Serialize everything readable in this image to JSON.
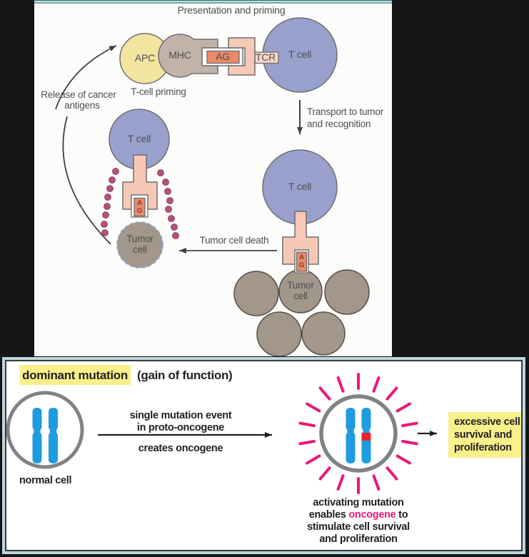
{
  "top_panel": {
    "title": "Presentation and priming",
    "labels": {
      "apc": "APC",
      "mhc": "MHC",
      "ag": "AG",
      "tcr": "TCR",
      "t_cell": "T cell",
      "t_cell_priming": "T-cell priming",
      "release_line1": "Release of cancer",
      "release_line2": "antigens",
      "transport_line1": "Transport to tumor",
      "transport_line2": "and recognition",
      "tumor_line1": "Tumor",
      "tumor_line2": "cell",
      "tumor_cell_death": "Tumor cell death",
      "ag_a": "A",
      "ag_g": "G"
    },
    "colors": {
      "apc_yellow": "#f2e5a0",
      "mhc_gray": "#c1b3a9",
      "antigen_salmon": "#ea8a68",
      "receptor_pink": "#f6c9b6",
      "tcr_pink": "#f8d7c6",
      "t_cell_blue": "#98a0cb",
      "tumor_brown": "#a3968a",
      "granule_magenta": "#b5517c",
      "teal_bar": "#2f6f6f"
    }
  },
  "bottom_panel": {
    "title_highlight": "dominant mutation",
    "title_rest": "(gain of function)",
    "normal_cell_label": "normal cell",
    "arrow_text_line1": "single mutation event",
    "arrow_text_line2": "in proto-oncogene",
    "arrow_text_line3": "creates oncogene",
    "result_line1": "excessive cell",
    "result_line2": "survival and",
    "result_line3": "proliferation",
    "caption_line1": "activating mutation",
    "caption_line2_pre": "enables ",
    "caption_line2_highlight": "oncogene",
    "caption_line2_post": " to",
    "caption_line3": "stimulate cell survival",
    "caption_line4": "and proliferation",
    "colors": {
      "highlight_yellow": "#f8f18b",
      "oncogene_pink": "#ec1879",
      "chromosome_blue": "#1e9cdf",
      "mutation_red": "#e62629",
      "cell_outline_gray": "#808285",
      "border_teal": "#b9d8dd"
    }
  }
}
